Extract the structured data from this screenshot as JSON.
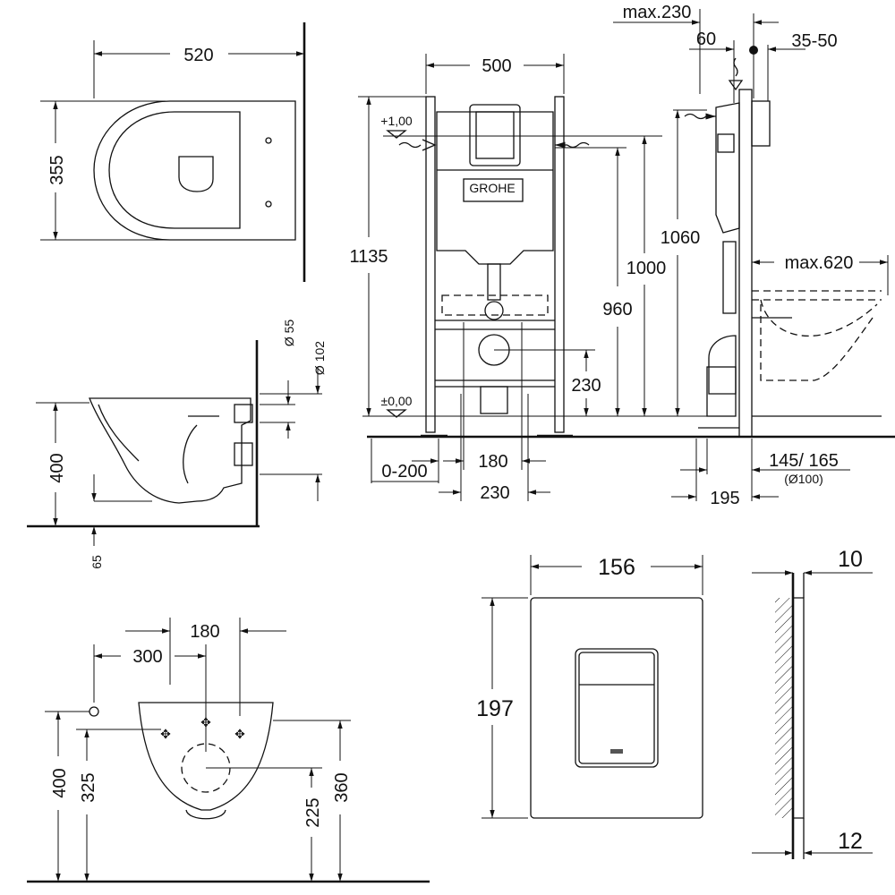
{
  "title": "GROHE wall-hung WC installation dimensions",
  "bowl_top_view": {
    "width": "520",
    "depth": "355"
  },
  "bowl_side_view": {
    "height": "400",
    "floor_offset": "65",
    "inlet_diameter": "Ø 55",
    "outlet_diameter": "Ø 102"
  },
  "bowl_front_view": {
    "fixing_spacing": "180",
    "supply_offset": "300",
    "supply_height": "400",
    "fixing_height": "325",
    "drain_height": "225",
    "bowl_height": "360"
  },
  "frame_front_view": {
    "frame_width": "500",
    "frame_height": "1135",
    "level_top": "+1,00",
    "level_zero": "±0,00",
    "logo": "GROHE",
    "height_960": "960",
    "height_1000": "1000",
    "drain_height": "230",
    "fixing_spacing": "180",
    "drain_width": "230",
    "offset_range": "0-200"
  },
  "frame_side_view": {
    "max_depth": "max.230",
    "offset_60": "60",
    "wall_thickness": "35-50",
    "height_1060": "1060",
    "max_projection": "max.620",
    "drain_offset": "145/ 165",
    "drain_diameter": "(Ø100)",
    "floor_depth": "195"
  },
  "flush_plate_front": {
    "width": "156",
    "height": "197"
  },
  "flush_plate_side": {
    "thickness_top": "10",
    "thickness_bottom": "12"
  }
}
